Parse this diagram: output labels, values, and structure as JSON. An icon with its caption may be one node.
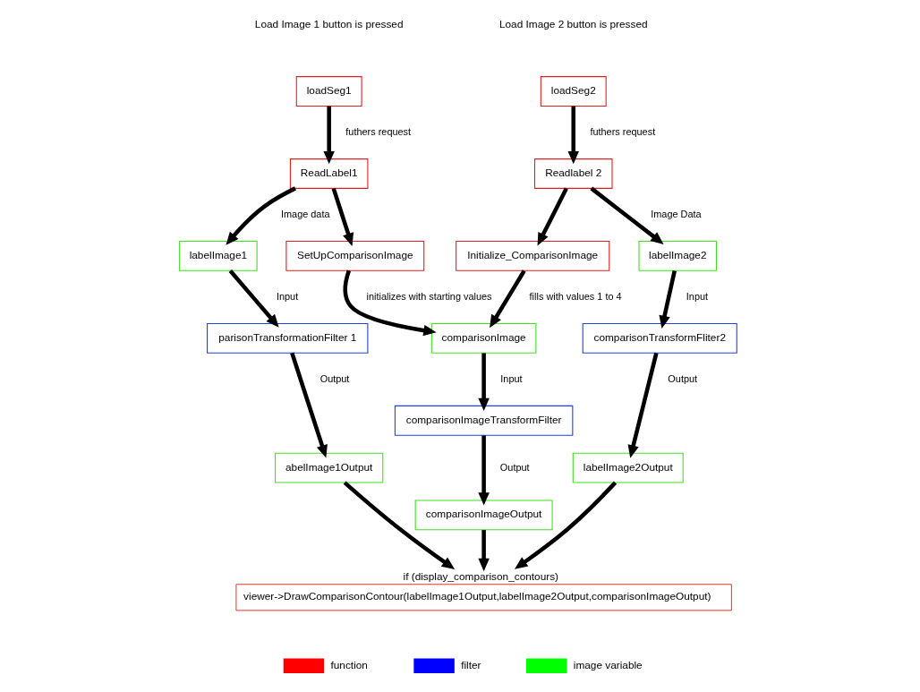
{
  "diagram": {
    "nodes": [
      {
        "text": [
          "loadSeg1"
        ]
      },
      {
        "text": [
          "loadSeg2"
        ]
      },
      {
        "text": [
          "ReadLabel1"
        ]
      },
      {
        "text": [
          "Readlabel 2"
        ]
      },
      {
        "text": [
          "SetUpComparisonImage"
        ]
      },
      {
        "text": [
          "Initialize_ComparisonImage"
        ]
      },
      {
        "text": [
          "labelImage1"
        ]
      },
      {
        "text": [
          "comparisonImage"
        ]
      },
      {
        "text": [
          "labelImage2"
        ]
      },
      {
        "text": [
          "parisonTransformationFilter 1"
        ]
      },
      {
        "text": [
          "comparisonImageTransformFilter"
        ]
      },
      {
        "text": [
          "comparisonTransformFliter2"
        ]
      },
      {
        "text": [
          "abelImage1Output"
        ]
      },
      {
        "text": [
          "comparisonImageOutput"
        ]
      },
      {
        "text": [
          "labelImage2Output"
        ]
      },
      {
        "text": [
          "viewer->DrawComparisonContour(labelImage1Output,labelImage2Output,comparisonImageOutput)"
        ],
        "beside": [
          "if (display_comparison_contours)"
        ]
      }
    ],
    "edges": [
      {
        "from": 0,
        "to": 2,
        "arrow": "to",
        "label": "futhers request"
      },
      {
        "from": 1,
        "to": 3,
        "arrow": "to",
        "label": "futhers request"
      },
      {
        "from": 2,
        "to": 6,
        "arrow": "to",
        "label": "Image data"
      },
      {
        "from": 2,
        "to": 4,
        "arrow": "to"
      },
      {
        "from": 3,
        "to": 5,
        "arrow": "to"
      },
      {
        "from": 3,
        "to": 8,
        "arrow": "to",
        "label": "Image Data"
      },
      {
        "from": 4,
        "to": 7,
        "arrow": "to",
        "label": "initializes with starting values"
      },
      {
        "from": 5,
        "to": 7,
        "arrow": "to",
        "label": "fills with values 1 to 4"
      },
      {
        "from": 6,
        "to": 9,
        "arrow": "to",
        "label": "Input"
      },
      {
        "from": 7,
        "to": 10,
        "arrow": "to",
        "label": "Input"
      },
      {
        "from": 8,
        "to": 11,
        "arrow": "to",
        "label": "Input"
      },
      {
        "from": 9,
        "to": 12,
        "arrow": "to",
        "label": "Output"
      },
      {
        "from": 10,
        "to": 13,
        "arrow": "to",
        "label": "Output"
      },
      {
        "from": 11,
        "to": 14,
        "arrow": "to",
        "label": "Output"
      },
      {
        "from": 12,
        "to": 15,
        "arrow": "to"
      },
      {
        "from": 13,
        "to": 15,
        "arrow": "to"
      },
      {
        "from": 14,
        "to": 15,
        "arrow": "to"
      }
    ],
    "labels": [
      "Load Image 1 button is pressed",
      "Load Image 2 button is pressed"
    ],
    "legend": [
      {
        "text": "function",
        "color": "#ff0000"
      },
      {
        "text": "filter",
        "color": "#0000ff"
      },
      {
        "text": "image variable",
        "color": "#00ff00"
      }
    ]
  }
}
